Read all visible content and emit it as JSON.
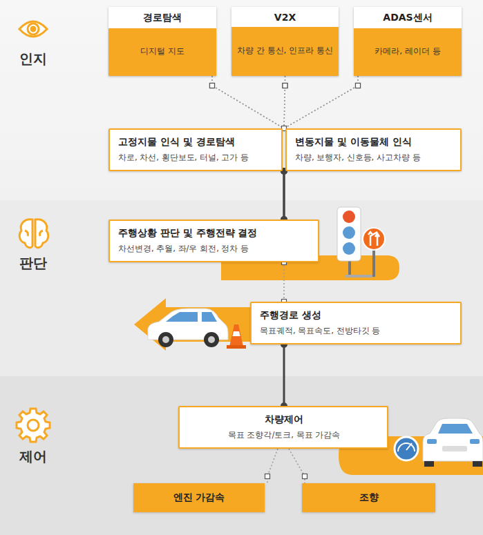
{
  "diagram": {
    "nodes": [
      {
        "text": [
          "경로탐색",
          "디지털 지도"
        ]
      },
      {
        "text": [
          "V2X",
          "차량 간 통신, 인프라 통신"
        ]
      },
      {
        "text": [
          "ADAS센서",
          "카메라, 레이더 등"
        ]
      },
      {
        "text": [
          "고정지물 인식 및 경로탐색",
          "차로, 차선, 횡단보도, 터널, 고가 등"
        ]
      },
      {
        "text": [
          "변동지물 및 이동물체 인식",
          "차량, 보행자, 신호등, 사고차량 등"
        ]
      },
      {
        "text": [
          "주행상황 판단 및 주행전략 결정",
          "차선변경, 추월, 좌/우 회전, 정차 등"
        ]
      },
      {
        "text": [
          "주행경로 생성",
          "목표궤적, 목표속도, 전방타깃 등"
        ]
      },
      {
        "text": [
          "차량제어",
          "목표 조향각/토크, 목표 가감속"
        ]
      },
      {
        "text": [
          "엔진 가감속"
        ]
      },
      {
        "text": [
          "조향"
        ]
      }
    ],
    "edges": [
      {
        "from": 0,
        "to": 3,
        "arrow": "none"
      },
      {
        "from": 0,
        "to": 4,
        "arrow": "none"
      },
      {
        "from": 1,
        "to": 3,
        "arrow": "none"
      },
      {
        "from": 1,
        "to": 4,
        "arrow": "none"
      },
      {
        "from": 2,
        "to": 3,
        "arrow": "none"
      },
      {
        "from": 2,
        "to": 4,
        "arrow": "none"
      },
      {
        "from": 3,
        "to": 5,
        "arrow": "none"
      },
      {
        "from": 4,
        "to": 5,
        "arrow": "none"
      },
      {
        "from": 5,
        "to": 6,
        "arrow": "none"
      },
      {
        "from": 6,
        "to": 7,
        "arrow": "none"
      },
      {
        "from": 7,
        "to": 8,
        "arrow": "none"
      },
      {
        "from": 7,
        "to": 9,
        "arrow": "none"
      }
    ],
    "labels": [
      "인지",
      "판단",
      "제어"
    ]
  }
}
